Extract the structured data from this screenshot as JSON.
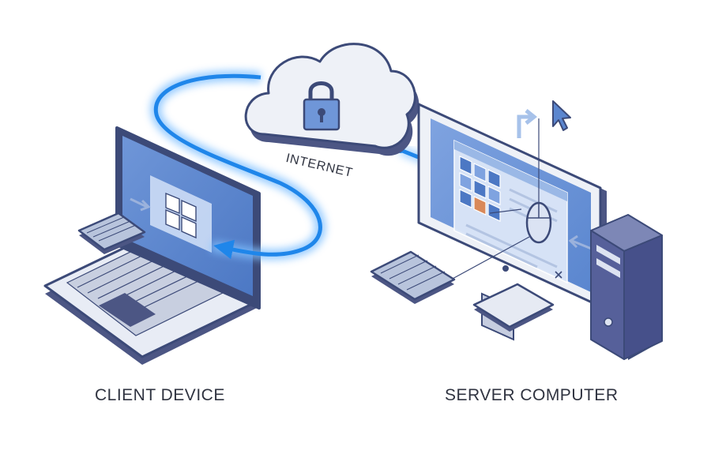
{
  "labels": {
    "client": "CLIENT DEVICE",
    "server": "SERVER COMPUTER",
    "network": "INTERNET"
  },
  "colors": {
    "outline": "#3c4a78",
    "screen_blue": "#5b86cf",
    "screen_light": "#9fbcea",
    "connection_glow": "#2f8fea",
    "body_light": "#e6eaf3",
    "body_dark": "#4c5684",
    "tower": "#56609a"
  },
  "icons": {
    "cloud": "cloud-icon",
    "lock": "padlock-icon",
    "cursor": "mouse-pointer-icon",
    "windows": "windows-logo-icon"
  }
}
